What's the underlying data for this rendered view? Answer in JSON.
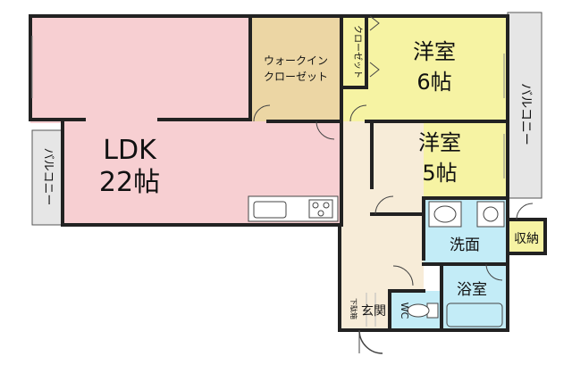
{
  "rooms": {
    "ldk": {
      "name": "LDK",
      "size": "22帖"
    },
    "walk_in_closet": {
      "line1": "ウォークイン",
      "line2": "クローゼット"
    },
    "closet": "クローゼット",
    "western_room_6": {
      "name": "洋室",
      "size": "6帖"
    },
    "western_room_5": {
      "name": "洋室",
      "size": "5帖"
    },
    "washroom": "洗面",
    "storage": "収納",
    "bathroom": "浴室",
    "entrance": "玄関",
    "shoe_cabinet": "下駄箱",
    "wc": "WC",
    "balcony_right": "バルコニー",
    "balcony_left": "バルコニー"
  },
  "colors": {
    "ldk": "#f7cfd2",
    "closet": "#ecd6a4",
    "western": "#f6f3a3",
    "wet": "#c3ecf7",
    "entrance": "#f7ecd8",
    "balcony": "#e6e6e6",
    "storage": "#f6f3a3"
  }
}
